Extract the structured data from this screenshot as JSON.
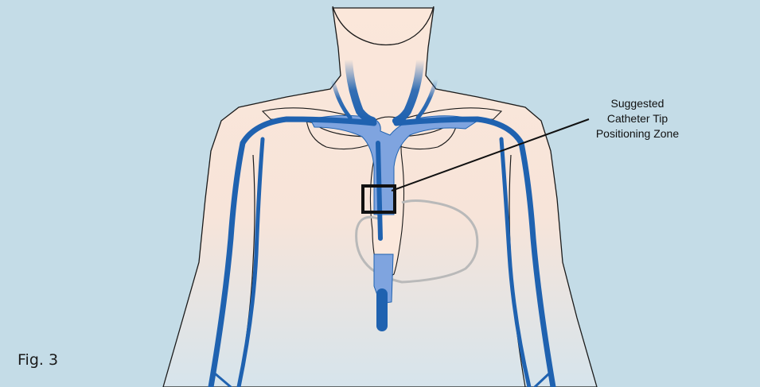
{
  "callout": {
    "line1": "Suggested",
    "line2": "Catheter Tip",
    "line3": "Positioning Zone"
  },
  "figure_label": "Fig. 3",
  "colors": {
    "background": "#c4dce7",
    "skin": "#fbe8dc",
    "vein_dark": "#1f62b0",
    "vein_light": "#7fa4df",
    "outline": "#1a1a1a",
    "heart_outline": "#b9b9b9"
  }
}
